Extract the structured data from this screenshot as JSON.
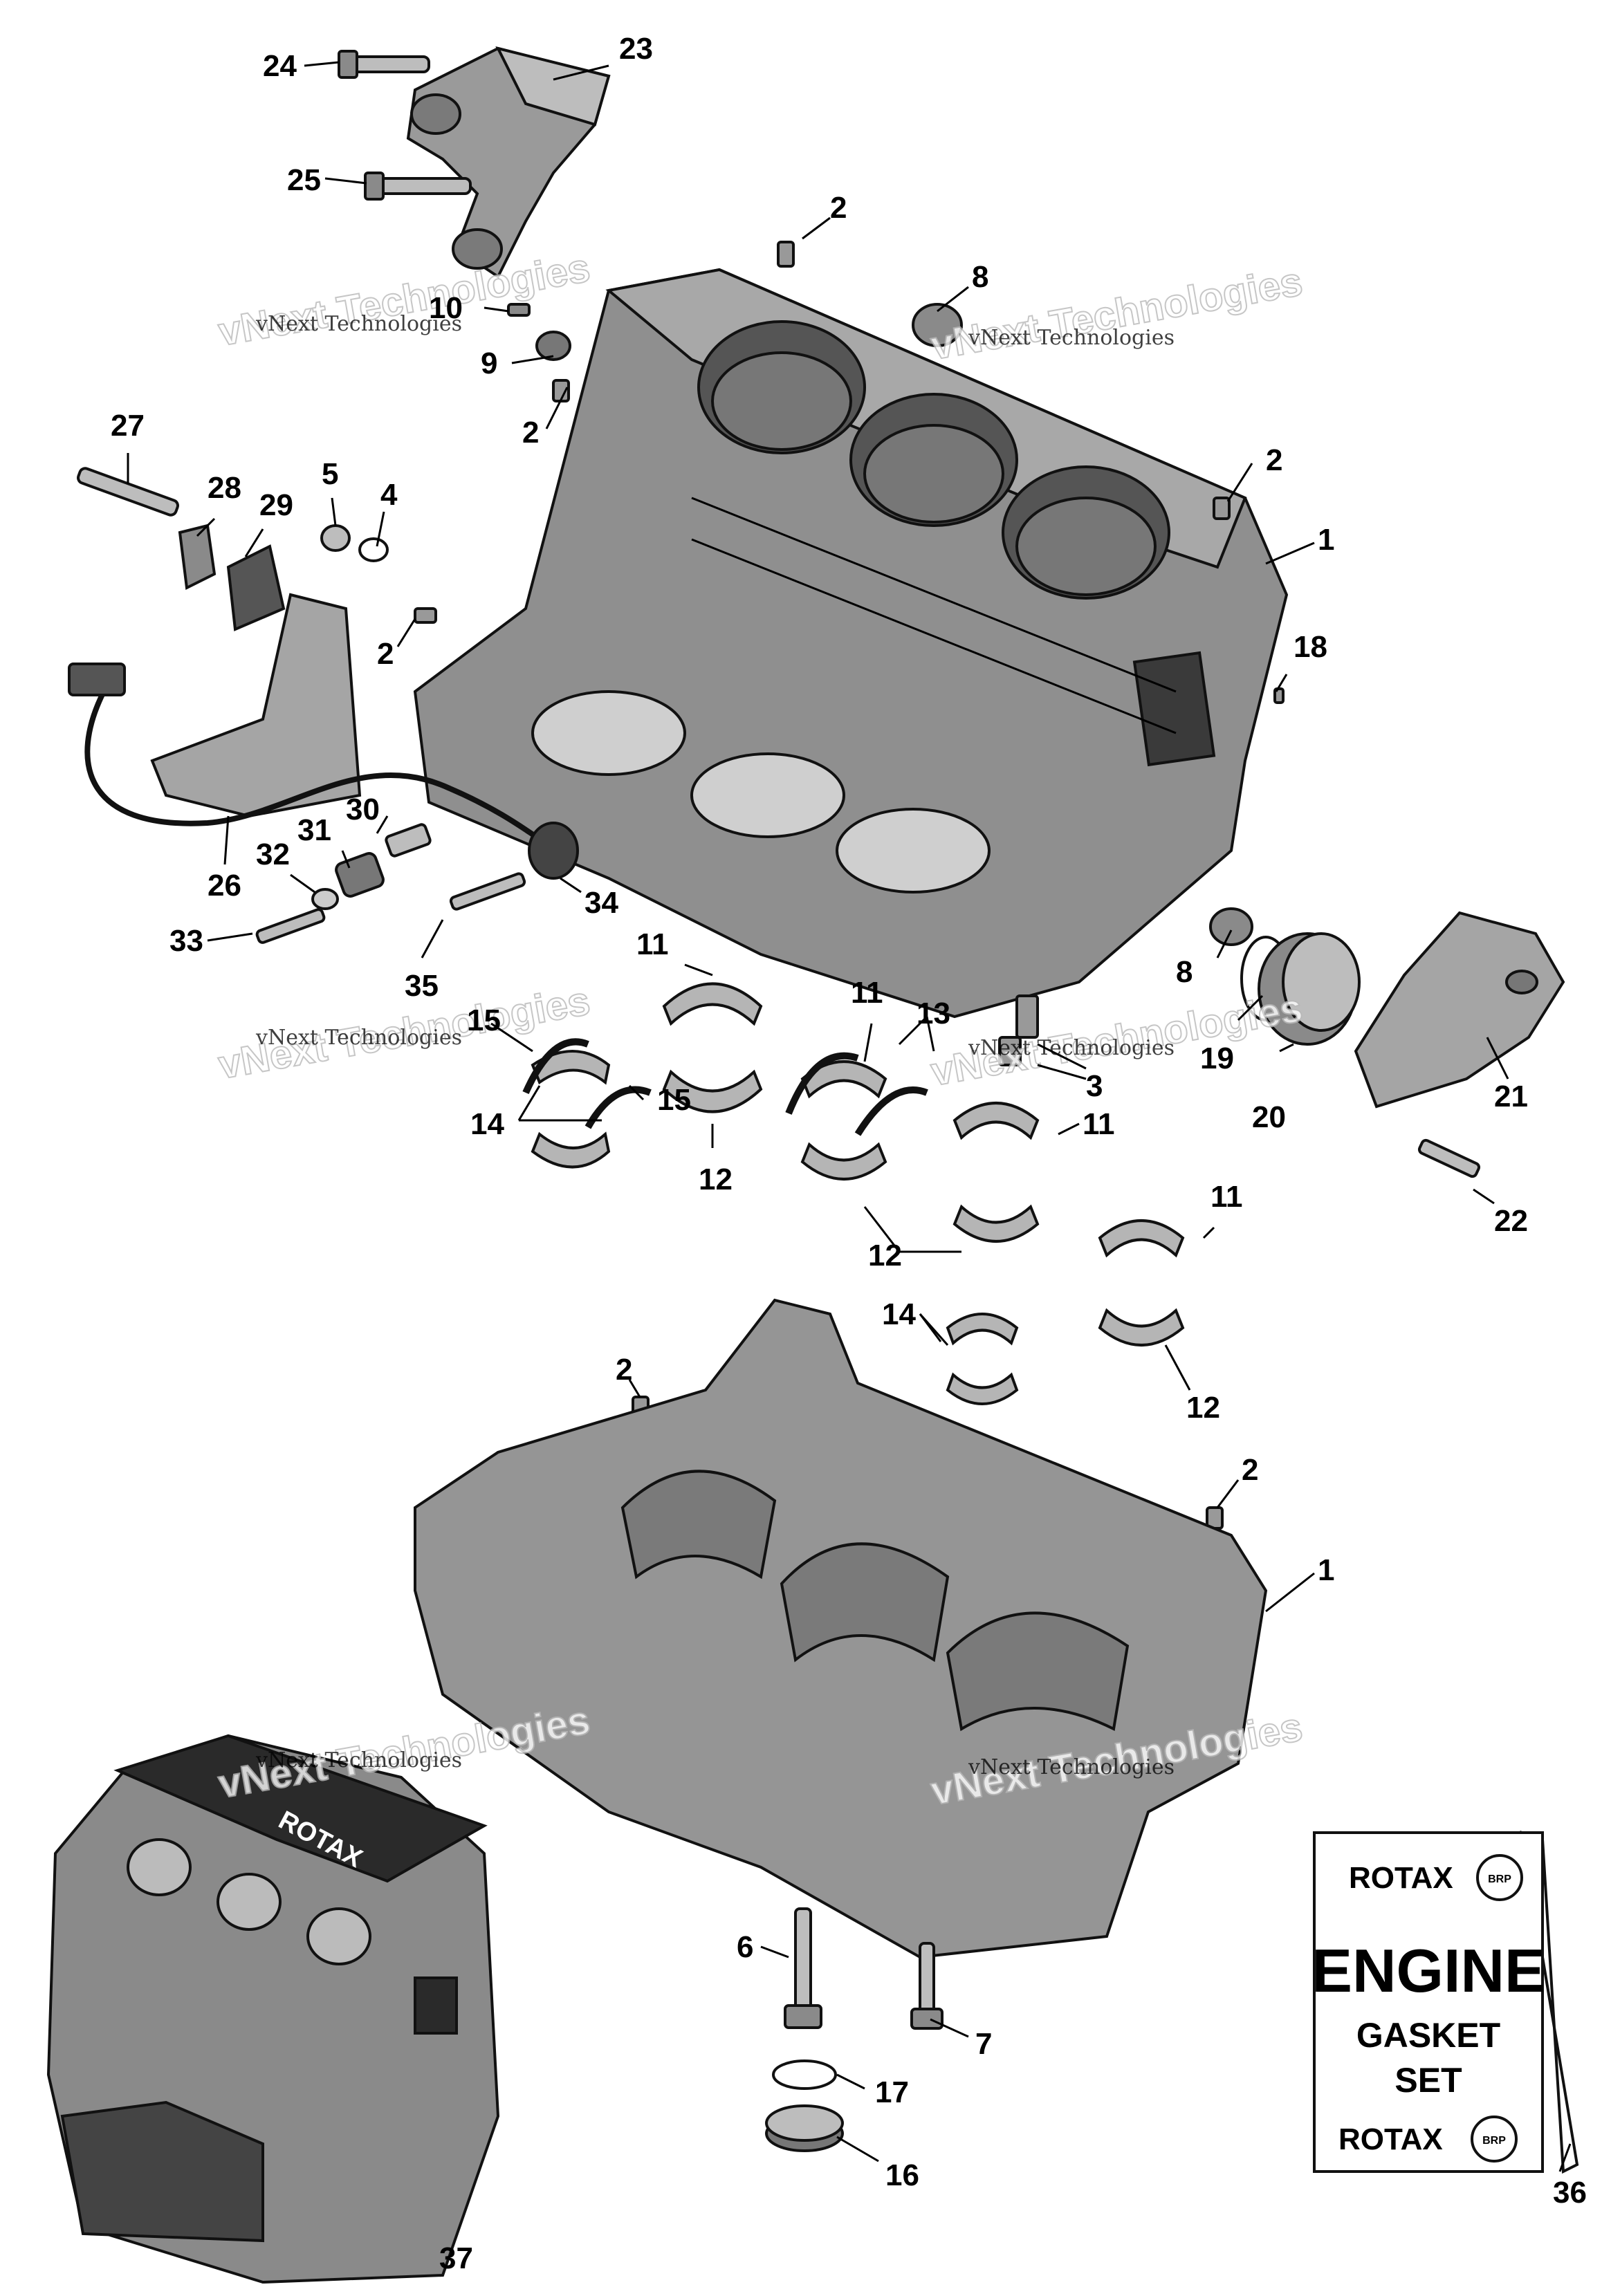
{
  "watermark": {
    "line": "vNext Technologies",
    "big": "vNext Technologies"
  },
  "callouts": [
    {
      "id": "c1a",
      "label": "1"
    },
    {
      "id": "c1b",
      "label": "1"
    },
    {
      "id": "c2a",
      "label": "2"
    },
    {
      "id": "c2b",
      "label": "2"
    },
    {
      "id": "c2c",
      "label": "2"
    },
    {
      "id": "c2d",
      "label": "2"
    },
    {
      "id": "c2e",
      "label": "2"
    },
    {
      "id": "c2f",
      "label": "2"
    },
    {
      "id": "c3",
      "label": "3"
    },
    {
      "id": "c4",
      "label": "4"
    },
    {
      "id": "c5",
      "label": "5"
    },
    {
      "id": "c6",
      "label": "6"
    },
    {
      "id": "c7",
      "label": "7"
    },
    {
      "id": "c8a",
      "label": "8"
    },
    {
      "id": "c8b",
      "label": "8"
    },
    {
      "id": "c9",
      "label": "9"
    },
    {
      "id": "c10",
      "label": "10"
    },
    {
      "id": "c11a",
      "label": "11"
    },
    {
      "id": "c11b",
      "label": "11"
    },
    {
      "id": "c11c",
      "label": "11"
    },
    {
      "id": "c11d",
      "label": "11"
    },
    {
      "id": "c12a",
      "label": "12"
    },
    {
      "id": "c12b",
      "label": "12"
    },
    {
      "id": "c12c",
      "label": "12"
    },
    {
      "id": "c13",
      "label": "13"
    },
    {
      "id": "c14a",
      "label": "14"
    },
    {
      "id": "c14b",
      "label": "14"
    },
    {
      "id": "c15a",
      "label": "15"
    },
    {
      "id": "c15b",
      "label": "15"
    },
    {
      "id": "c16",
      "label": "16"
    },
    {
      "id": "c17",
      "label": "17"
    },
    {
      "id": "c18",
      "label": "18"
    },
    {
      "id": "c19",
      "label": "19"
    },
    {
      "id": "c20",
      "label": "20"
    },
    {
      "id": "c21",
      "label": "21"
    },
    {
      "id": "c22",
      "label": "22"
    },
    {
      "id": "c23",
      "label": "23"
    },
    {
      "id": "c24",
      "label": "24"
    },
    {
      "id": "c25",
      "label": "25"
    },
    {
      "id": "c26",
      "label": "26"
    },
    {
      "id": "c27",
      "label": "27"
    },
    {
      "id": "c28",
      "label": "28"
    },
    {
      "id": "c29",
      "label": "29"
    },
    {
      "id": "c30",
      "label": "30"
    },
    {
      "id": "c31",
      "label": "31"
    },
    {
      "id": "c32",
      "label": "32"
    },
    {
      "id": "c33",
      "label": "33"
    },
    {
      "id": "c34",
      "label": "34"
    },
    {
      "id": "c35",
      "label": "35"
    },
    {
      "id": "c36",
      "label": "36"
    },
    {
      "id": "c37",
      "label": "37"
    }
  ],
  "kit": {
    "brand_top": "ROTAX",
    "brand_bottom": "ROTAX",
    "badge": "BRP",
    "title": "ENGINE",
    "line1": "GASKET",
    "line2": "SET"
  },
  "engine_cover_text": "ROTAX",
  "colors": {
    "part_fill": "#9a9a9a",
    "part_dark": "#6e6e6e",
    "part_light": "#cfcfcf",
    "outline": "#111111"
  }
}
